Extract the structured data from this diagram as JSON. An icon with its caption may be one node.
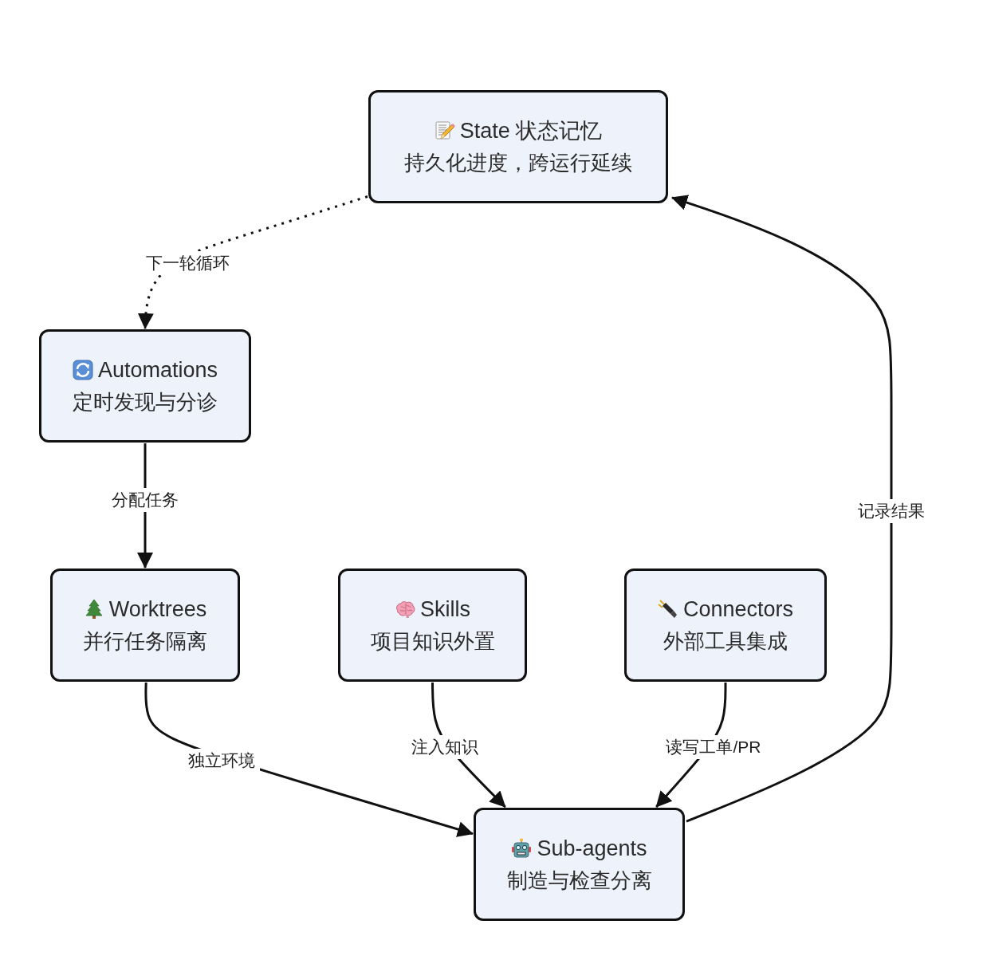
{
  "diagram": {
    "nodes": [
      {
        "text": [
          "State 状态记忆",
          "持久化进度，跨运行延续"
        ]
      },
      {
        "text": [
          "Automations",
          "定时发现与分诊"
        ]
      },
      {
        "text": [
          "Worktrees",
          "并行任务隔离"
        ]
      },
      {
        "text": [
          "Skills",
          "项目知识外置"
        ]
      },
      {
        "text": [
          "Connectors",
          "外部工具集成"
        ]
      },
      {
        "text": [
          "Sub-agents",
          "制造与检查分离"
        ]
      }
    ],
    "edges": [
      {
        "from": 0,
        "to": 1,
        "arrow": "to",
        "label": "下一轮循环",
        "style": "dashed"
      },
      {
        "from": 1,
        "to": 2,
        "arrow": "to",
        "label": "分配任务"
      },
      {
        "from": 2,
        "to": 5,
        "arrow": "to",
        "label": "独立环境"
      },
      {
        "from": 3,
        "to": 5,
        "arrow": "to",
        "label": "注入知识"
      },
      {
        "from": 4,
        "to": 5,
        "arrow": "to",
        "label": "读写工单/PR"
      },
      {
        "from": 5,
        "to": 0,
        "arrow": "to",
        "label": "记录结果"
      }
    ]
  }
}
